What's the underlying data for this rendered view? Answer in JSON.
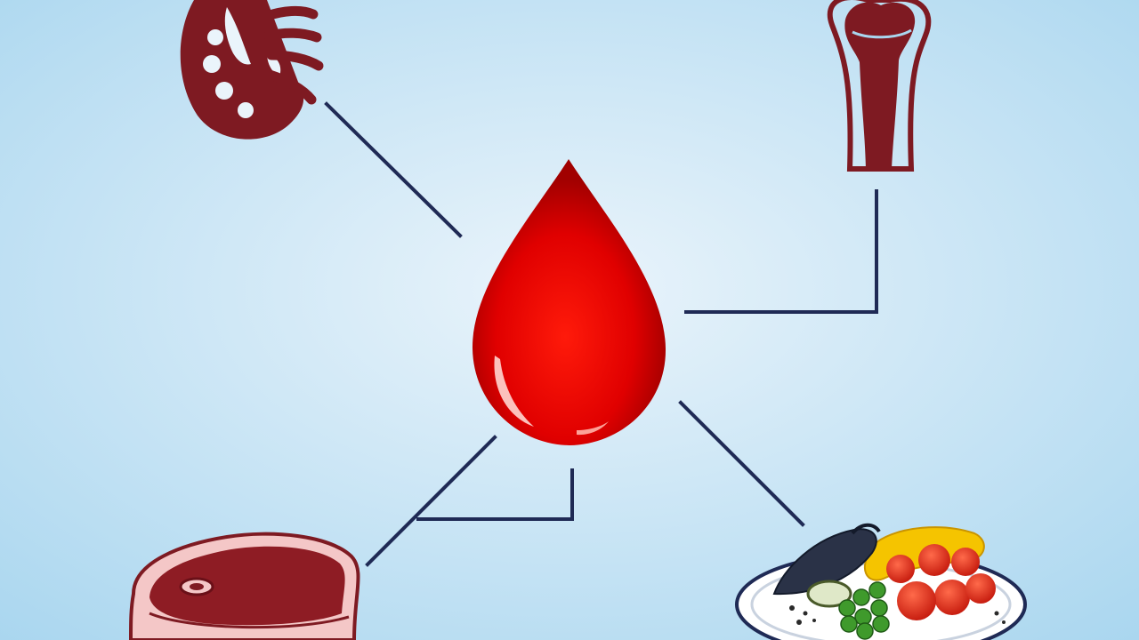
{
  "diagram": {
    "center": {
      "icon": "blood-drop-icon"
    },
    "nodes": [
      {
        "id": "kidney",
        "icon": "kidney-icon"
      },
      {
        "id": "bone",
        "icon": "bone-joint-icon"
      },
      {
        "id": "meat",
        "icon": "steak-icon"
      },
      {
        "id": "plate",
        "icon": "food-plate-icon"
      }
    ]
  },
  "colors": {
    "background_center": "#eaf4fb",
    "background_edge": "#a9d6ef",
    "connector": "#1f2a55",
    "organ": "#7e1a22",
    "blood": "#e00000",
    "blood_dark": "#a10000"
  }
}
